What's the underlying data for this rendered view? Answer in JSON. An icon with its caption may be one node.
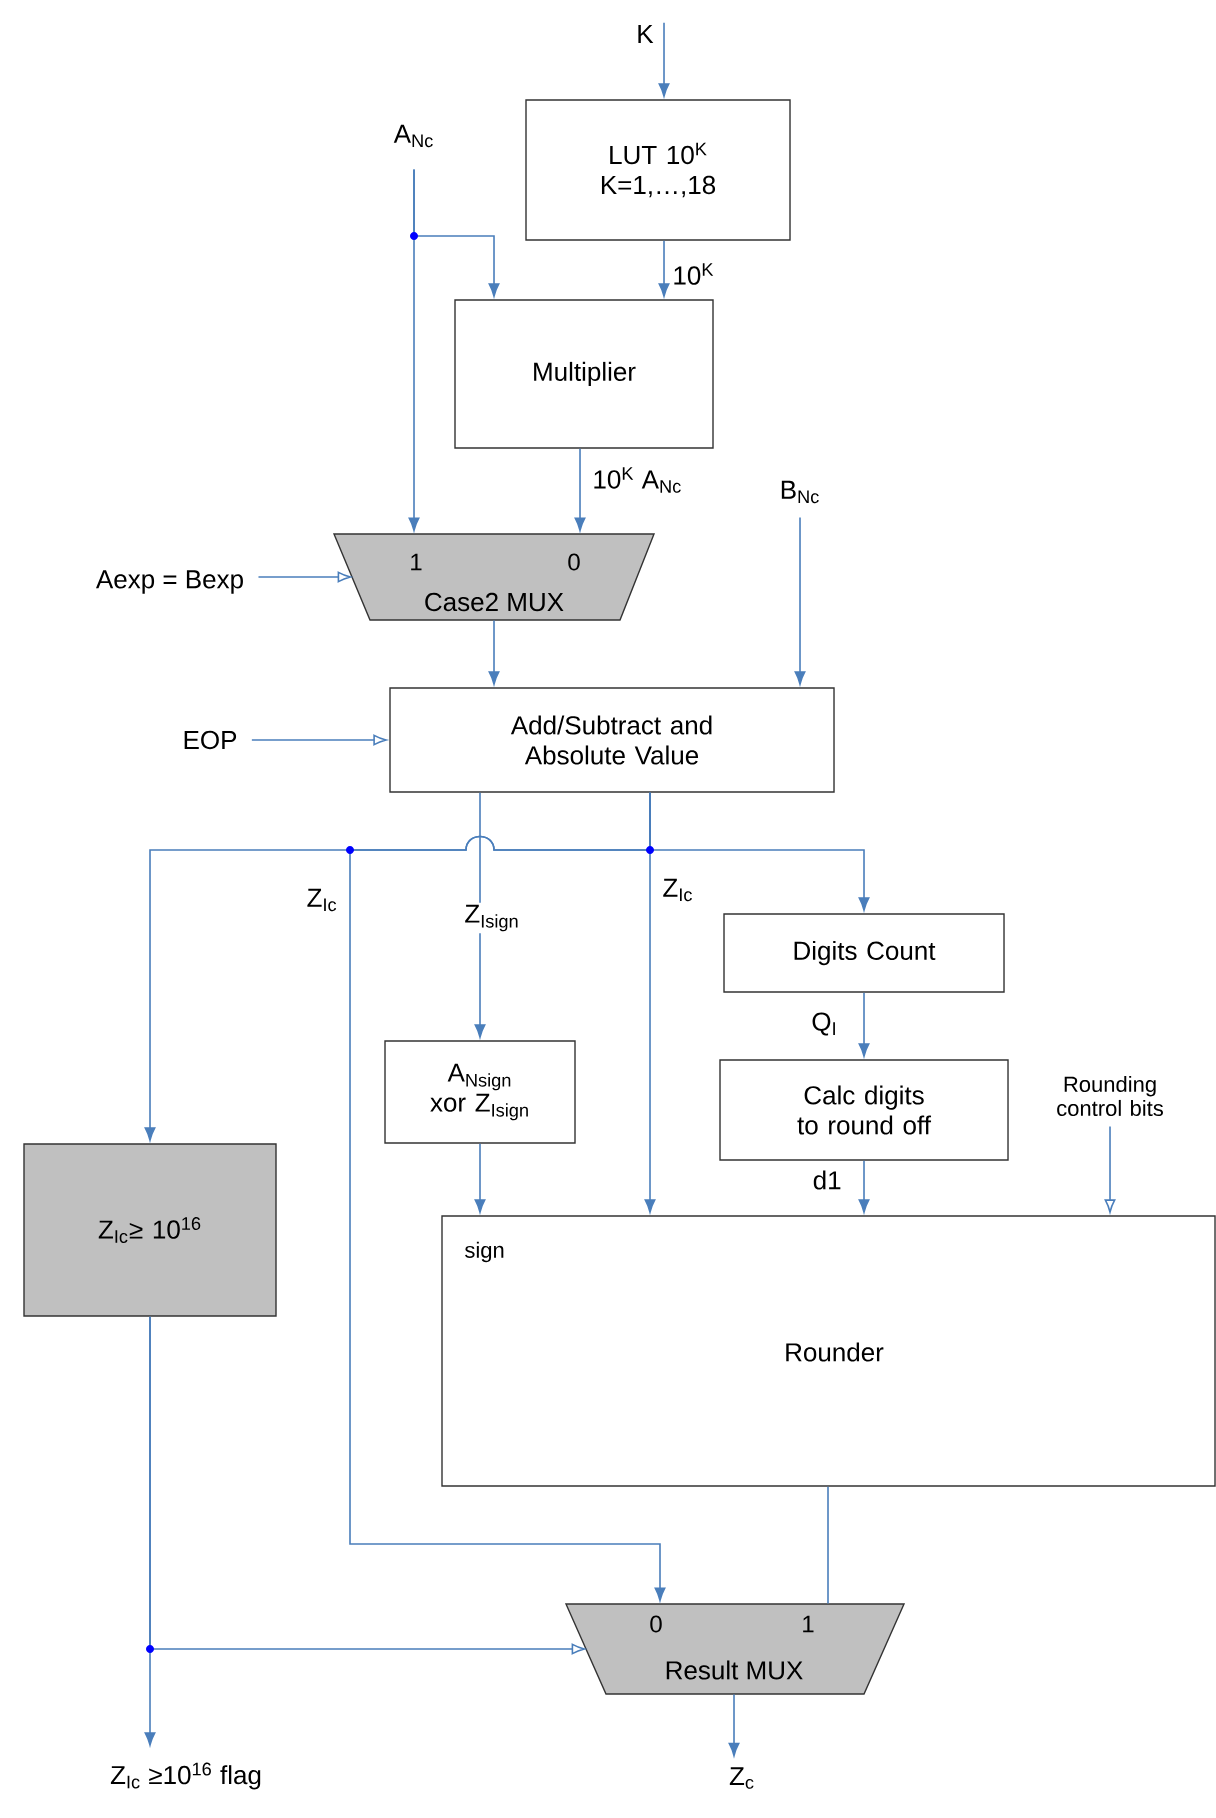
{
  "diagram": {
    "nodes": [
      {
        "text": [
          "K"
        ]
      },
      {
        "text": [
          "LUT 10$^{K}$ K=1,…,18"
        ]
      },
      {
        "text": [
          "A$_{Nc}$"
        ]
      },
      {
        "text": [
          "Multiplier"
        ]
      },
      {
        "text": [
          "1",
          "0",
          "Case2 MUX"
        ]
      },
      {
        "text": [
          "Aexp = Bexp"
        ]
      },
      {
        "text": [
          "B$_{Nc}$"
        ]
      },
      {
        "text": [
          "Add/Subtract and Absolute Value"
        ]
      },
      {
        "text": [
          "EOP"
        ]
      },
      {
        "text": [
          "Z$_{Ic}$≥ 10$^{16}$"
        ]
      },
      {
        "text": [
          "A$_{Nsign}$ xor Z$_{Isign}$"
        ]
      },
      {
        "text": [
          "Digits Count"
        ]
      },
      {
        "text": [
          "Calc digits to round off"
        ]
      },
      {
        "text": [
          "Rounding control bits"
        ]
      },
      {
        "text": [
          "sign",
          "Rounder"
        ]
      },
      {
        "text": [
          "0",
          "1",
          "Result MUX"
        ]
      },
      {
        "text": [
          "Z$_{Ic}$ ≥10$^{16}$ flag"
        ]
      },
      {
        "text": [
          "Z$_{c}$"
        ]
      }
    ],
    "edges": [
      {
        "from": 0,
        "to": 1,
        "arrow": "to"
      },
      {
        "from": 1,
        "to": 3,
        "arrow": "to",
        "label": "10$^{K}$"
      },
      {
        "from": 2,
        "to": 3,
        "arrow": "to"
      },
      {
        "from": 2,
        "to": 4,
        "arrow": "to"
      },
      {
        "from": 3,
        "to": 4,
        "arrow": "to",
        "label": "10$^{K}$ A$_{Nc}$"
      },
      {
        "from": 5,
        "to": 4,
        "arrow": "to"
      },
      {
        "from": 4,
        "to": 7,
        "arrow": "to"
      },
      {
        "from": 6,
        "to": 7,
        "arrow": "to"
      },
      {
        "from": 8,
        "to": 7,
        "arrow": "to"
      },
      {
        "from": 7,
        "to": 9,
        "arrow": "to"
      },
      {
        "from": 7,
        "to": 15,
        "arrow": "to",
        "label": "Z$_{Ic}$"
      },
      {
        "from": 7,
        "to": 10,
        "arrow": "to",
        "label": "Z$_{Isign}$"
      },
      {
        "from": 7,
        "to": 14,
        "arrow": "to",
        "label": "Z$_{Ic}$"
      },
      {
        "from": 7,
        "to": 11,
        "arrow": "to"
      },
      {
        "from": 11,
        "to": 12,
        "arrow": "to",
        "label": "Q$_{I}$"
      },
      {
        "from": 10,
        "to": 14,
        "arrow": "to"
      },
      {
        "from": 12,
        "to": 14,
        "arrow": "to",
        "label": "d1"
      },
      {
        "from": 13,
        "to": 14,
        "arrow": "to"
      },
      {
        "from": 14,
        "to": 15,
        "arrow": "none"
      },
      {
        "from": 9,
        "to": 16,
        "arrow": "to"
      },
      {
        "from": 9,
        "to": 15,
        "arrow": "to"
      },
      {
        "from": 15,
        "to": 17,
        "arrow": "to"
      }
    ]
  }
}
